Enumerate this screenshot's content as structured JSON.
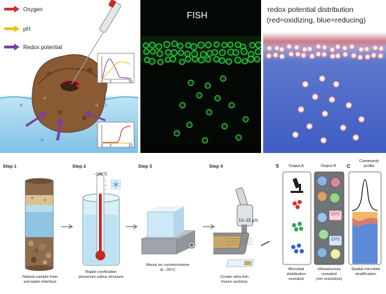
{
  "top_left": {
    "legend": [
      {
        "label": "Oxygen",
        "color": "#d62f2f",
        "icon": "red-arrow"
      },
      {
        "label": "pH",
        "color": "#e8c21a",
        "icon": "yellow-arrow"
      },
      {
        "label": "Redox potential",
        "color": "#7a3fa0",
        "icon": "purple-arrow"
      }
    ],
    "mini_chart_top": {
      "tick_labels": [
        "0",
        "2",
        "10"
      ]
    },
    "mini_chart_bottom": {
      "tick_labels": [
        "0",
        "2",
        "10"
      ]
    }
  },
  "fish_panel": {
    "title": "FISH"
  },
  "redox_panel": {
    "title_line1": "redox potential distribution",
    "title_line2": "(red=oxidizing, blue=reducing)"
  },
  "steps": [
    {
      "title": "Step 1",
      "caption_line1": "Natural sample from",
      "caption_line2": "soil-water interface"
    },
    {
      "title": "Step 2",
      "caption_line1": "Rapid cryofixation",
      "caption_line2": "preserves native structure",
      "temp_label": "−196°C"
    },
    {
      "title": "Step 3",
      "caption_line1": "Mount on cryomicrotome",
      "caption_line2": "at −30°C"
    },
    {
      "title": "Step 4",
      "caption_line1": "Create ultra-thin",
      "caption_line2": "frozen sections",
      "thickness_label": "10–15 μm"
    }
  ],
  "outputs": {
    "number": "5",
    "a": {
      "title": "Output A",
      "caption_line1": "Microbial",
      "caption_line2": "distribution",
      "caption_line3": "revealed"
    },
    "b": {
      "title": "Output B",
      "caption_line1": "Ultrastructure",
      "caption_line2": "revealed",
      "caption_line3": "(nm resolution)",
      "eps_label": "EPS"
    },
    "c": {
      "letter": "C",
      "title_line1": "Community",
      "title_line2": "profile",
      "caption_line1": "Spatial microbial",
      "caption_line2": "stratification"
    }
  }
}
